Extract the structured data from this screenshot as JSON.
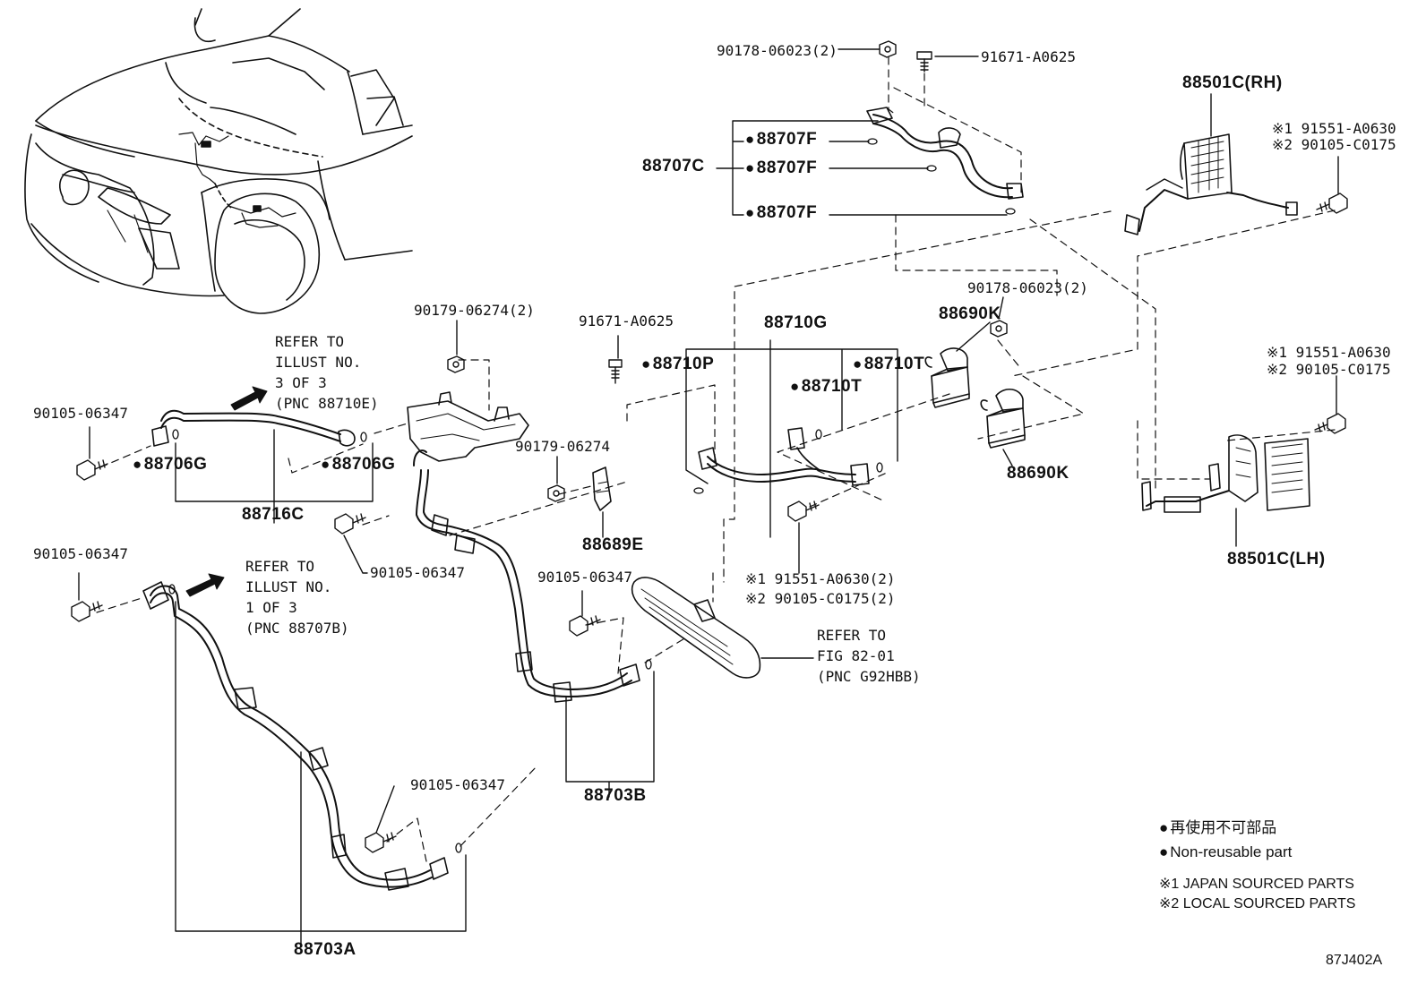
{
  "diagram": {
    "fasteners": {
      "nut_top_9017806023": "90178-06023(2)",
      "bolt_top_91671a0625": "91671-A0625",
      "nut_mid_9017806274": "90179-06274(2)",
      "bolt_mid_91671a0625": "91671-A0625",
      "nut_mid_9017806023": "90178-06023(2)",
      "bolt_left_9010506347": "90105-06347",
      "nut_9017906274": "90179-06274",
      "bolt_center_9010506347": "90105-06347",
      "bolt_lower_left_9010506347": "90105-06347",
      "bolt_center2_9010506347": "90105-06347",
      "bolt_bottom_9010506347": "90105-06347",
      "rh_note1": "※1 91551-A0630",
      "rh_note2": "※2 90105-C0175",
      "lh_note1": "※1 91551-A0630",
      "lh_note2": "※2 90105-C0175",
      "mid_note1": "※1 91551-A0630(2)",
      "mid_note2": "※2 90105-C0175(2)"
    },
    "parts": {
      "p88707C": "88707C",
      "p88707F_1": "88707F",
      "p88707F_2": "88707F",
      "p88707F_3": "88707F",
      "p88501C_RH": "88501C(RH)",
      "p88501C_LH": "88501C(LH)",
      "p88690K_1": "88690K",
      "p88690K_2": "88690K",
      "p88710G": "88710G",
      "p88710P": "88710P",
      "p88710T_1": "88710T",
      "p88710T_2": "88710T",
      "p88706G_1": "88706G",
      "p88706G_2": "88706G",
      "p88716C": "88716C",
      "p88689E": "88689E",
      "p88703B": "88703B",
      "p88703A": "88703A"
    },
    "refs": {
      "ref1": "REFER TO\nILLUST NO.\n3 OF 3\n(PNC 88710E)",
      "ref2": "REFER TO\nILLUST NO.\n1 OF 3\n(PNC 88707B)",
      "ref3": "REFER TO\nFIG 82-01\n(PNC G92HBB)"
    },
    "legend": {
      "jp": "再使用不可部品",
      "en": "Non-reusable part",
      "note1": "※1 JAPAN SOURCED PARTS",
      "note2": "※2 LOCAL SOURCED PARTS"
    },
    "illustration_code": "87J402A"
  }
}
